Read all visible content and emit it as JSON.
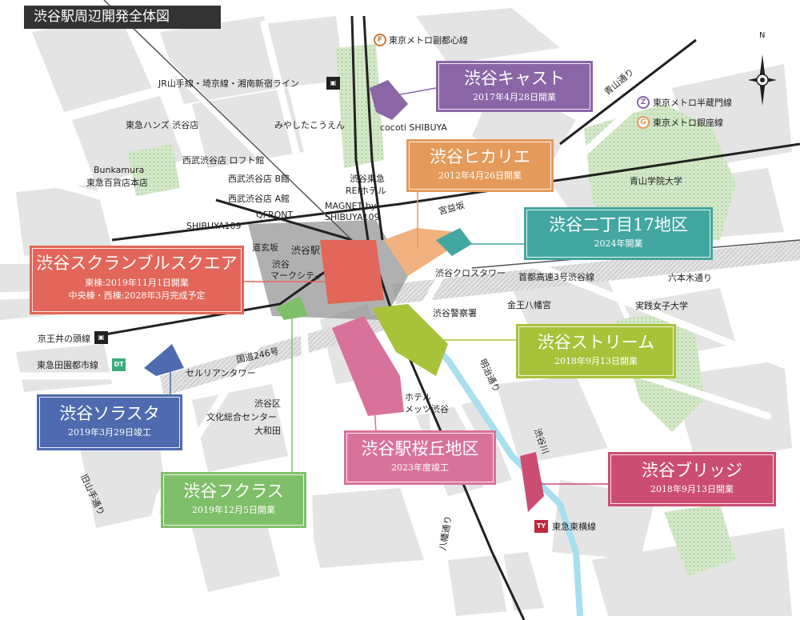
{
  "title": "渋谷駅周辺開発全体図",
  "compass": {
    "label": "N"
  },
  "colors": {
    "cast": "#8a66a6",
    "hikarie": "#e49a5a",
    "nichome": "#43a6a0",
    "scramble": "#e2665a",
    "stream": "#a8c23a",
    "solasta": "#4d6bae",
    "fukuras": "#7fbf6a",
    "sakuragaoka": "#d9729b",
    "bridge": "#cc4d72"
  },
  "projects": {
    "cast": {
      "name": "渋谷キャスト",
      "date": "2017年4月28日開業"
    },
    "hikarie": {
      "name": "渋谷ヒカリエ",
      "date": "2012年4月26日開業"
    },
    "nichome": {
      "name": "渋谷二丁目17地区",
      "date": "2024年開業"
    },
    "scramble": {
      "name": "渋谷スクランブルスクエア",
      "date1": "東棟:2019年11月1日開業",
      "date2": "中央棟・西棟:2028年3月完成予定"
    },
    "stream": {
      "name": "渋谷ストリーム",
      "date": "2018年9月13日開業"
    },
    "solasta": {
      "name": "渋谷ソラスタ",
      "date": "2019年3月29日竣工"
    },
    "fukuras": {
      "name": "渋谷フクラス",
      "date": "2019年12月5日開業"
    },
    "sakuragaoka": {
      "name": "渋谷駅桜丘地区",
      "date": "2023年度竣工"
    },
    "bridge": {
      "name": "渋谷ブリッジ",
      "date": "2018年9月13日開業"
    }
  },
  "lines": {
    "fukutoshin": {
      "badge": "F",
      "label": "東京メトロ副都心線"
    },
    "hanzomon": {
      "badge": "Z",
      "label": "東京メトロ半蔵門線"
    },
    "ginza": {
      "badge": "G",
      "label": "東京メトロ銀座線"
    },
    "jr": {
      "label": "JR山手線・埼京線・湘南新宿ライン"
    },
    "inokashira": {
      "label": "京王井の頭線"
    },
    "denentoshi": {
      "badge": "DT",
      "label": "東急田園都市線"
    },
    "toyoko": {
      "badge": "TY",
      "label": "東急東横線"
    }
  },
  "places": {
    "aoyama_dori": "青山通り",
    "tokyu_hands": "東急ハンズ 渋谷店",
    "miyashita": "みやしたこうえん",
    "cocoti": "cocoti SHIBUYA",
    "seibu_loft": "西武渋谷店 ロフト館",
    "seibu_b": "西武渋谷店 B館",
    "seibu_a": "西武渋谷店 A館",
    "bunkamura": "Bunkamura",
    "tokyu_honten": "東急百貨店本店",
    "tokyu_rei": "渋谷東急",
    "rei_hotel": "REIホテル",
    "magnet1": "MAGNET by",
    "magnet2": "SHIBUYA109",
    "qfront": "QFRONT",
    "shibuya109": "SHIBUYA109",
    "miyamasuzaka": "宮益坂",
    "aoyama_gakuin": "青山学院大学",
    "dogenzaka": "道玄坂",
    "shibuya_station": "渋谷駅",
    "mark_city1": "渋谷",
    "mark_city2": "マークシティ",
    "cross_tower": "渋谷クロスタワー",
    "shuto3": "首都高速3号渋谷線",
    "roppongi_dori": "六本木通り",
    "konno_hachimangu": "金王八幡宮",
    "police": "渋谷警察署",
    "jissen": "実践女子大学",
    "route246": "国道246号",
    "cerulean": "セルリアンタワー",
    "bunka_center1": "渋谷区",
    "bunka_center2": "文化総合センター",
    "bunka_center3": "大和田",
    "meiji_dori": "明治通り",
    "hotel_metz1": "ホテル",
    "hotel_metz2": "メッツ渋谷",
    "shibuya_river": "渋谷川",
    "hachiman_dori": "八幡通り",
    "kyuyamate_dori": "旧山手通り"
  }
}
